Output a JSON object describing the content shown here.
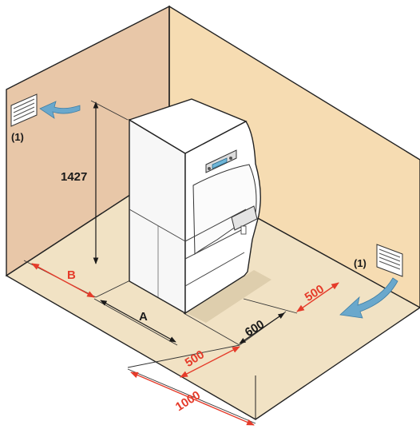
{
  "diagram": {
    "dimensions": {
      "height": "1427",
      "a": "A",
      "b": "B",
      "depth": "600",
      "front": "500",
      "side": "500",
      "width": "1000"
    },
    "ventilation_note": "(1)",
    "colors": {
      "left_wall": "#e8c7a8",
      "right_wall": "#f6dcb2",
      "floor": "#f1e2c4",
      "dimension_red": "#e53b2a",
      "airflow_arrow": "#6aa8cc",
      "boiler_body": "#ffffff",
      "display_screen": "#6fb6d8"
    }
  }
}
